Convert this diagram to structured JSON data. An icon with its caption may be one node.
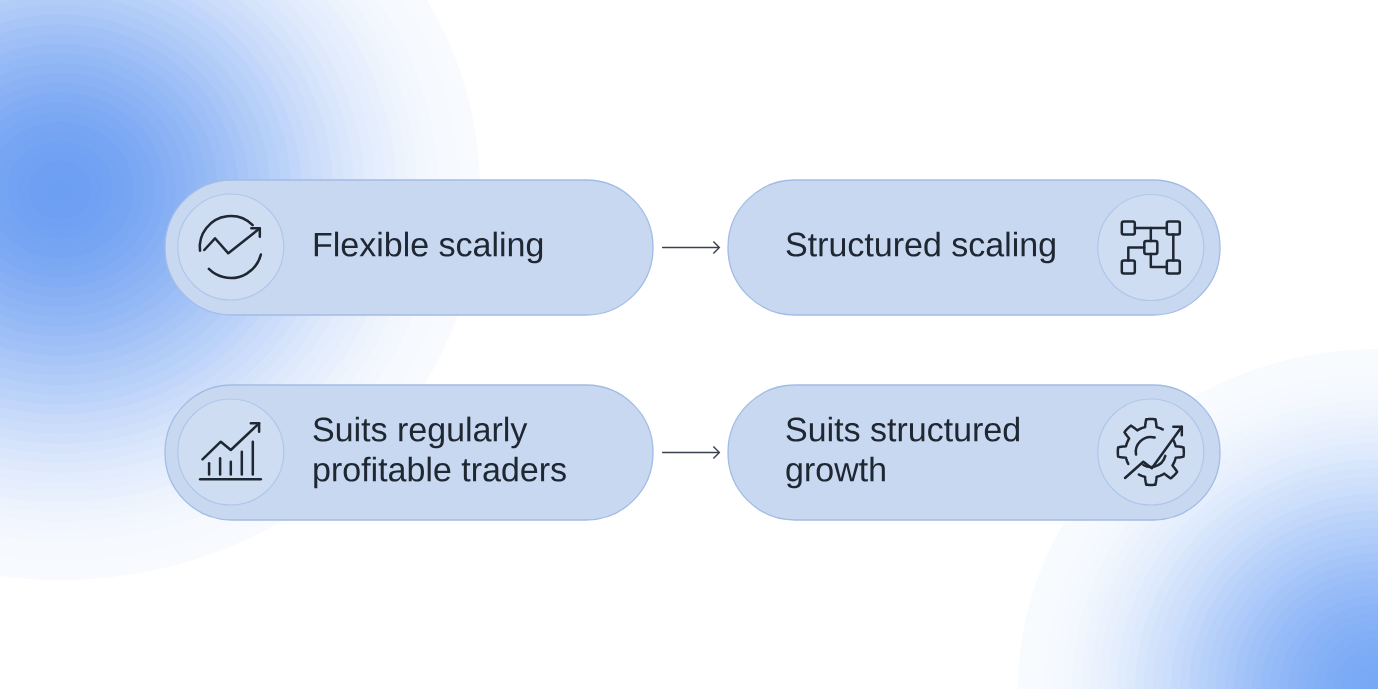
{
  "diagram": {
    "nodes": [
      {
        "text": [
          "Flexible scaling"
        ]
      },
      {
        "text": [
          "Structured scaling"
        ]
      },
      {
        "text": [
          "Suits regularly profitable traders"
        ]
      },
      {
        "text": [
          "Suits structured growth"
        ]
      }
    ],
    "edges": [
      {
        "from": 0,
        "to": 1,
        "arrow": "to"
      },
      {
        "from": 2,
        "to": 3,
        "arrow": "to"
      }
    ]
  }
}
